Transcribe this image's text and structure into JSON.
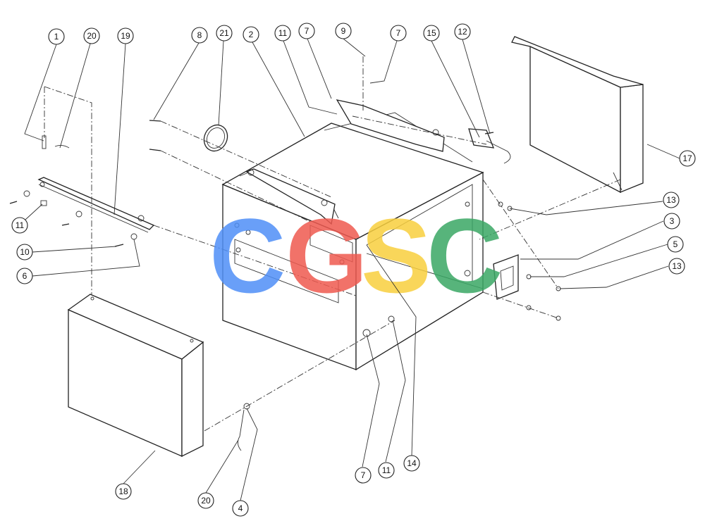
{
  "watermark": {
    "letters": [
      "C",
      "G",
      "S",
      "C"
    ],
    "colors": [
      "#4f8ff7",
      "#ef5a50",
      "#f8cf3e",
      "#3aa865"
    ]
  },
  "callouts": [
    {
      "id": "c1",
      "label": "1"
    },
    {
      "id": "c2",
      "label": "20"
    },
    {
      "id": "c3",
      "label": "19"
    },
    {
      "id": "c4",
      "label": "8"
    },
    {
      "id": "c5",
      "label": "21"
    },
    {
      "id": "c6",
      "label": "2"
    },
    {
      "id": "c7",
      "label": "11"
    },
    {
      "id": "c8",
      "label": "7"
    },
    {
      "id": "c9",
      "label": "9"
    },
    {
      "id": "c10",
      "label": "7"
    },
    {
      "id": "c11",
      "label": "15"
    },
    {
      "id": "c12",
      "label": "12"
    },
    {
      "id": "c13",
      "label": "17"
    },
    {
      "id": "c14",
      "label": "13"
    },
    {
      "id": "c15",
      "label": "3"
    },
    {
      "id": "c16",
      "label": "5"
    },
    {
      "id": "c17",
      "label": "13"
    },
    {
      "id": "c18",
      "label": "11"
    },
    {
      "id": "c19",
      "label": "10"
    },
    {
      "id": "c20",
      "label": "6"
    },
    {
      "id": "c21",
      "label": "7"
    },
    {
      "id": "c22",
      "label": "11"
    },
    {
      "id": "c23",
      "label": "14"
    },
    {
      "id": "c24",
      "label": "18"
    },
    {
      "id": "c25",
      "label": "20"
    },
    {
      "id": "c26",
      "label": "4"
    }
  ]
}
